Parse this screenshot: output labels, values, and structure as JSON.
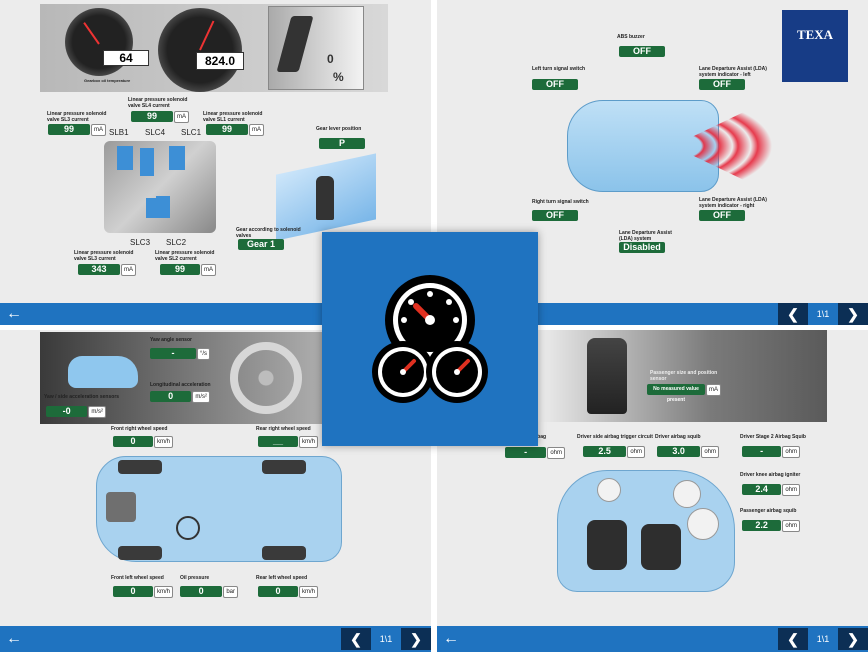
{
  "p1": {
    "speed_readout": "64",
    "speed_caption": "Gearbox oil temperature",
    "rpm_readout": "824.0",
    "pedal_value": "0",
    "pedal_unit": "%",
    "sl3": {
      "label": "Linear pressure solenoid valve SL3 current",
      "value": "99",
      "unit": "mA"
    },
    "sl4": {
      "label": "Linear pressure solenoid valve SL4 current",
      "value": "99",
      "unit": "mA"
    },
    "sl1": {
      "label": "Linear pressure solenoid valve SL1 current",
      "value": "99",
      "unit": "mA"
    },
    "sl3b": {
      "label": "Linear pressure solenoid valve SL3 current",
      "value": "343",
      "unit": "mA"
    },
    "sl2": {
      "label": "Linear pressure solenoid valve SL2 current",
      "value": "99",
      "unit": "mA"
    },
    "valve_labels": [
      "SLB1",
      "SLC4",
      "SLC1",
      "SLC3",
      "SLC2"
    ],
    "gear_lever": {
      "label": "Gear lever position",
      "value": "P"
    },
    "gear_solenoid": {
      "label": "Gear according to solenoid valves",
      "value": "Gear 1"
    }
  },
  "p2": {
    "logo": "TEXA",
    "abs_buzzer": {
      "label": "ABS buzzer",
      "value": "OFF"
    },
    "left_turn": {
      "label": "Left turn signal switch",
      "value": "OFF"
    },
    "lda_left": {
      "label": "Lane Departure Assist (LDA) system indicator - left",
      "value": "OFF"
    },
    "right_turn": {
      "label": "Right turn signal switch",
      "value": "OFF"
    },
    "lda_right": {
      "label": "Lane Departure Assist (LDA) system indicator - right",
      "value": "OFF"
    },
    "lda_system": {
      "label": "Lane Departure Assist (LDA) system",
      "value": "Disabled"
    },
    "page": "1\\1"
  },
  "p3": {
    "yaw": {
      "label": "Yaw angle sensor",
      "value": "-",
      "unit": "°/s"
    },
    "long_acc": {
      "label": "Longitudinal acceleration",
      "value": "0",
      "unit": "m/s²"
    },
    "lat_acc": {
      "label": "Yaw / side acceleration sensors",
      "value": "-0",
      "unit": "m/s²"
    },
    "fr_wheel": {
      "label": "Front right wheel speed",
      "value": "0",
      "unit": "km/h"
    },
    "rr_wheel": {
      "label": "Rear right wheel speed",
      "value": "__",
      "unit": "km/h"
    },
    "fl_wheel": {
      "label": "Front left wheel speed",
      "value": "0",
      "unit": "km/h"
    },
    "oil_pressure": {
      "label": "Oil pressure",
      "value": "0",
      "unit": "bar"
    },
    "rl_wheel": {
      "label": "Rear left wheel speed",
      "value": "0",
      "unit": "km/h"
    },
    "page": "1\\1"
  },
  "p4": {
    "occupant": {
      "label": "Passenger size and position sensor",
      "value": "No measured value present",
      "unit": "mA"
    },
    "front_airbag": {
      "label": "...bag",
      "value": "-",
      "unit": "ohm"
    },
    "driver_trigger": {
      "label": "Driver side airbag trigger circuit",
      "value": "2.5",
      "unit": "ohm"
    },
    "driver_squib": {
      "label": "Driver airbag squib",
      "value": "3.0",
      "unit": "ohm"
    },
    "driver_stage2": {
      "label": "Driver Stage 2 Airbag Squib",
      "value": "-",
      "unit": "ohm"
    },
    "knee_igniter": {
      "label": "Driver knee airbag igniter",
      "value": "2.4",
      "unit": "ohm"
    },
    "passenger_squib": {
      "label": "Passenger airbag squib",
      "value": "2.2",
      "unit": "ohm"
    },
    "page": "1\\1"
  },
  "center_icon": "dashboard-gauges-icon"
}
